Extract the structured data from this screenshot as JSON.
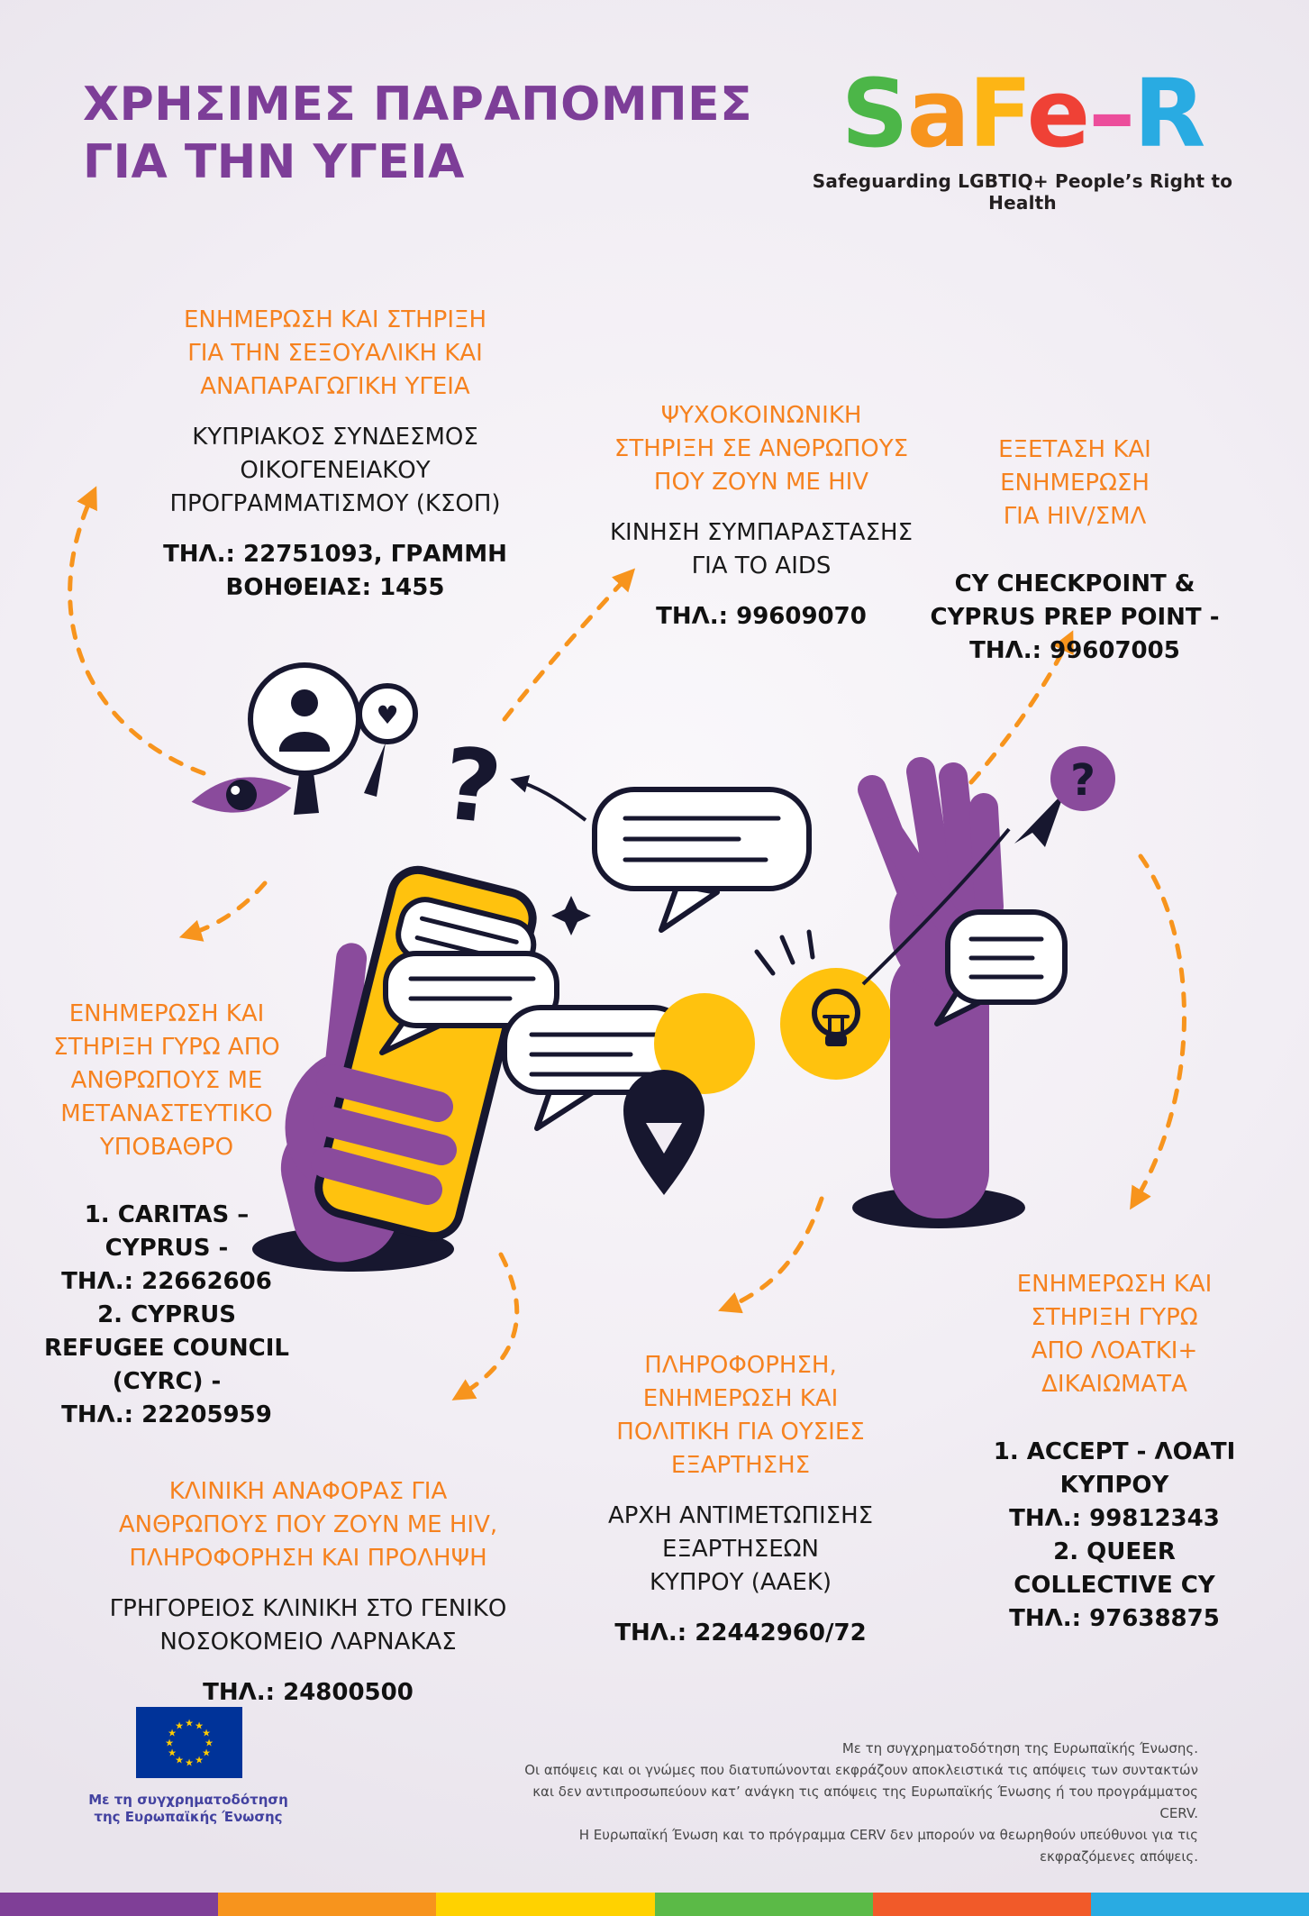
{
  "poster": {
    "title": "ΧΡΗΣΙΜΕΣ ΠΑΡΑΠΟΜΠΕΣ\nΓΙΑ ΤΗΝ ΥΓΕΙΑ"
  },
  "logo": {
    "letters": [
      {
        "char": "S",
        "color": "#4CB648"
      },
      {
        "char": "a",
        "color": "#F7941D"
      },
      {
        "char": "F",
        "color": "#FDB515"
      },
      {
        "char": "e",
        "color": "#EF4136"
      },
      {
        "char": "–",
        "color": "#EC4D9B"
      },
      {
        "char": "R",
        "color": "#29ABE2"
      }
    ],
    "tagline": "Safeguarding LGBTIQ+ People’s Right to Health"
  },
  "referrals": [
    {
      "heading": "ΕΝΗΜΕΡΩΣΗ ΚΑΙ ΣΤΗΡΙΞΗ\nΓΙΑ ΤΗΝ ΣΕΞΟΥΑΛΙΚΗ ΚΑΙ\nΑΝΑΠΑΡΑΓΩΓΙΚΗ ΥΓΕΙΑ",
      "organization": "ΚΥΠΡΙΑΚΟΣ ΣΥΝΔΕΣΜΟΣ\nΟΙΚΟΓΕΝΕΙΑΚΟΥ\nΠΡΟΓΡΑΜΜΑΤΙΣΜΟΥ (ΚΣΟΠ)",
      "contact": "ΤΗΛ.: 22751093, ΓΡΑΜΜΗ\nΒΟΗΘΕΙΑΣ: 1455"
    },
    {
      "heading": "ΨΥΧΟΚΟΙΝΩΝΙΚΗ\nΣΤΗΡΙΞΗ ΣΕ ΑΝΘΡΩΠΟΥΣ\nΠΟΥ ΖΟΥΝ ΜΕ HIV",
      "organization": "ΚΙΝΗΣΗ ΣΥΜΠΑΡΑΣΤΑΣΗΣ\nΓΙΑ ΤΟ AIDS",
      "contact": "ΤΗΛ.: 99609070"
    },
    {
      "heading": "ΕΞΕΤΑΣΗ ΚΑΙ\nΕΝΗΜΕΡΩΣΗ\nΓΙΑ HIV/ΣΜΛ",
      "organization": "",
      "contact": "CY CHECKPOINT &\nCYPRUS PREP POINT -\nΤΗΛ.: 99607005"
    },
    {
      "heading": "ΕΝΗΜΕΡΩΣΗ ΚΑΙ\nΣΤΗΡΙΞΗ ΓΥΡΩ ΑΠΟ\nΑΝΘΡΩΠΟΥΣ ΜΕ\nΜΕΤΑΝΑΣΤΕΥΤΙΚΟ\nΥΠΟΒΑΘΡΟ",
      "organization": "",
      "contact": "1. CARITAS –\nCYPRUS -\nΤΗΛ.: 22662606\n2. CYPRUS\nREFUGEE COUNCIL\n(CYRC) -\nΤΗΛ.: 22205959"
    },
    {
      "heading": "ΚΛΙΝΙΚΗ ΑΝΑΦΟΡΑΣ ΓΙΑ\nΑΝΘΡΩΠΟΥΣ ΠΟΥ ΖΟΥΝ ΜΕ HIV,\nΠΛΗΡΟΦΟΡΗΣΗ ΚΑΙ ΠΡΟΛΗΨΗ",
      "organization": "ΓΡΗΓΟΡΕΙΟΣ ΚΛΙΝΙΚΗ ΣΤΟ ΓΕΝΙΚΟ\nΝΟΣΟΚΟΜΕΙΟ ΛΑΡΝΑΚΑΣ",
      "contact": "ΤΗΛ.: 24800500"
    },
    {
      "heading": "ΠΛΗΡΟΦΟΡΗΣΗ,\nΕΝΗΜΕΡΩΣΗ ΚΑΙ\nΠΟΛΙΤΙΚΗ ΓΙΑ ΟΥΣΙΕΣ\nΕΞΑΡΤΗΣΗΣ",
      "organization": "ΑΡΧΗ ΑΝΤΙΜΕΤΩΠΙΣΗΣ\nΕΞΑΡΤΗΣΕΩΝ\nΚΥΠΡΟΥ (ΑΑΕΚ)",
      "contact": "ΤΗΛ.: 22442960/72"
    },
    {
      "heading": "ΕΝΗΜΕΡΩΣΗ ΚΑΙ\nΣΤΗΡΙΞΗ ΓΥΡΩ\nΑΠΟ ΛΟΑΤΚΙ+\nΔΙΚΑΙΩΜΑΤΑ",
      "organization": "",
      "contact": "1. ACCEPT - ΛΟΑΤΙ\nΚΥΠΡΟΥ\nΤΗΛ.: 99812343\n2. QUEER\nCOLLECTIVE CY\nΤΗΛ.: 97638875"
    }
  ],
  "footer": {
    "eu_funding_label": "Με τη συγχρηματοδότηση\nτης Ευρωπαϊκής Ένωσης",
    "disclaimer": "Με τη συγχρηματοδότηση της Ευρωπαϊκής Ένωσης.\nΟι απόψεις και οι γνώμες που διατυπώνονται εκφράζουν αποκλειστικά τις απόψεις των συντακτών\nκαι δεν αντιπροσωπεύουν κατ’ ανάγκη τις απόψεις της Ευρωπαϊκής Ένωσης ή του προγράμματος CERV.\nΗ Ευρωπαϊκή Ένωση και το πρόγραμμα CERV δεν μπορούν να θεωρηθούν υπεύθυνοι για τις εκφραζόμενες απόψεις."
  },
  "icons": {
    "question_mark": "?",
    "heart": "♥",
    "star": "★"
  },
  "palette": {
    "title_purple": "#7D3E98",
    "heading_orange": "#F6821F",
    "text_dark": "#1A1A1A",
    "hand_purple": "#8A4B9C",
    "accent_yellow": "#FFC20E",
    "outline_navy": "#17172F",
    "arrow_orange": "#F7941D",
    "eu_blue": "#003399",
    "eu_star_yellow": "#FFCC00"
  },
  "stripe": [
    "#7F3F97",
    "#F7941D",
    "#FFD200",
    "#5BBA47",
    "#F15A29",
    "#29ABE2"
  ]
}
